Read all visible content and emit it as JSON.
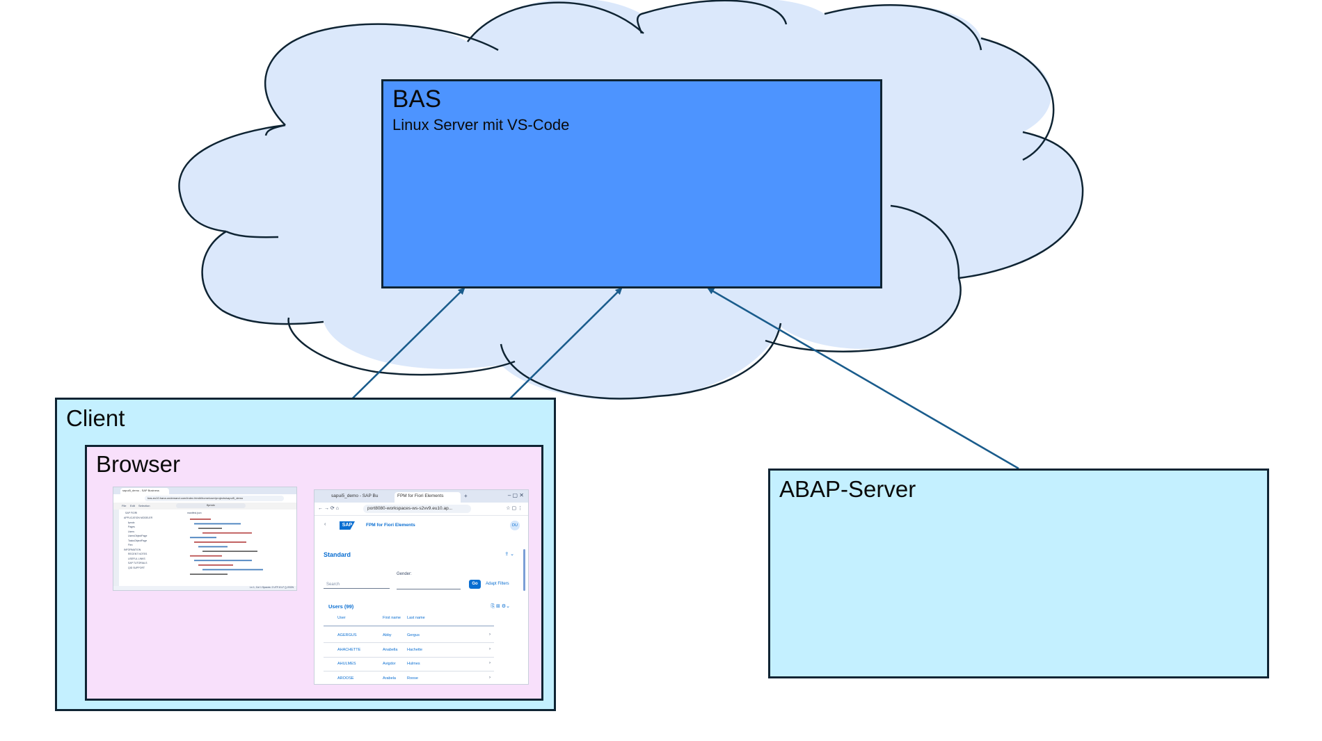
{
  "colors": {
    "cloud_fill": "#dbe8fb",
    "bas_fill": "#4d94ff",
    "client_fill": "#c4f0ff",
    "browser_fill": "#f8e0fb",
    "abap_fill": "#c4f0ff",
    "arrow": "#1a5c8c",
    "border": "#0f2433"
  },
  "bas": {
    "title": "BAS",
    "subtitle": "Linux Server mit VS-Code"
  },
  "client": {
    "title": "Client"
  },
  "browser": {
    "title": "Browser"
  },
  "abap": {
    "title": "ABAP-Server"
  },
  "vscode_shot": {
    "tab_title": "sapui5_demo - SAP Business",
    "url": "bas-eu10.hana.ondemand.com/index.html#/home/user/projects/sapui5_demo",
    "menu": [
      "File",
      "Edit",
      "Selection"
    ],
    "search_text": "flpmdx",
    "sidebar_header": "SAP FIORI",
    "explorer_items": [
      "APPLICATION MODELER",
      "fpmdx",
      "Pages",
      "Users",
      "UsersObjectPage",
      "TasksObjectPage",
      "Flex",
      "INFORMATION",
      "RECENT NOTES",
      "USEFUL LINKS",
      "SAP TUTORIALS",
      "QID SUPPORT"
    ],
    "editor_file": "manifest.json",
    "status": "Ln 1, Col 1 Spaces: 2 UTF-8 LF {} JSON"
  },
  "fiori_shot": {
    "tabs": [
      "sapui5_demo - SAP Bu",
      "FPM for Fiori Elements"
    ],
    "url": "port8080-workspaces-ws-s2vv9.eu10.ap...",
    "app_title": "FPM for Fiori Elements",
    "user_initials": "DU",
    "variant": "Standard",
    "filter_label": "Gender:",
    "search_placeholder": "Search",
    "go_label": "Go",
    "adapt_label": "Adapt Filters",
    "table_title": "Users (99)",
    "columns": [
      "User",
      "First name",
      "Last name"
    ],
    "rows": [
      [
        "AGERGUS",
        "Abby",
        "Gergus"
      ],
      [
        "AHACHETTE",
        "Anabella",
        "Hachette"
      ],
      [
        "AHULMES",
        "Avigdor",
        "Hulmes"
      ],
      [
        "AROOSE",
        "Arabela",
        "Roose"
      ]
    ]
  }
}
